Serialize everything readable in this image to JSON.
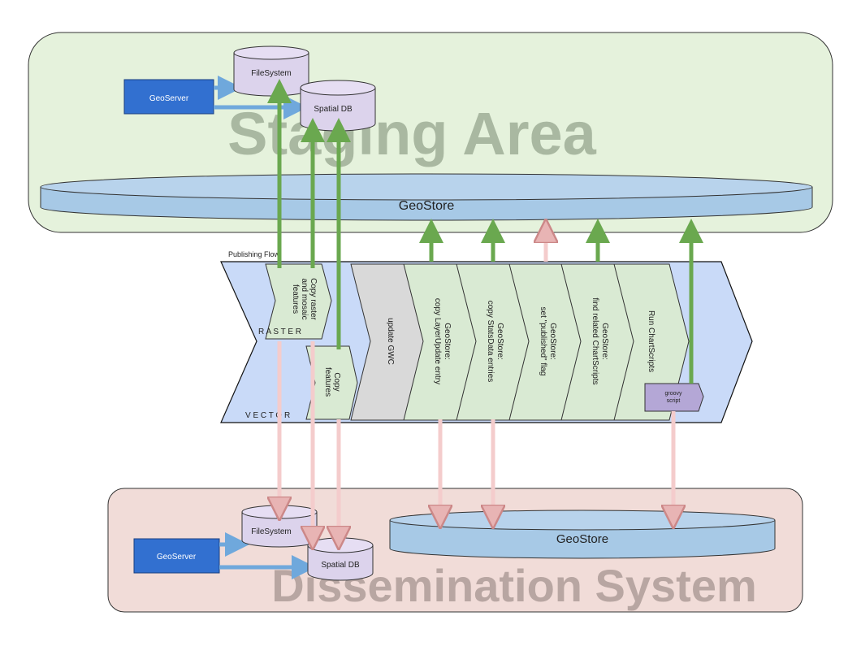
{
  "staging": {
    "title": "Staging Area",
    "geoserver": "GeoServer",
    "filesystem": "FileSystem",
    "spatialdb": "Spatial DB",
    "geostore": "GeoStore"
  },
  "dissemination": {
    "title": "Dissemination System",
    "geoserver": "GeoServer",
    "filesystem": "FileSystem",
    "spatialdb": "Spatial DB",
    "geostore": "GeoStore"
  },
  "flow": {
    "label": "Publishing Flow",
    "raster_label": "R A S T E R",
    "vector_label": "V E C T O R",
    "steps": {
      "raster": [
        "Copy raster",
        "and mosaic",
        "features"
      ],
      "vector": [
        "Copy",
        "features"
      ],
      "gwc": [
        "update GWC"
      ],
      "layerupdate": [
        "GeoStore:",
        "copy LayerUpdate entry"
      ],
      "statsdata": [
        "GeoStore:",
        "copy StatsData entries"
      ],
      "published": [
        "GeoStore:",
        "set \"published\" flag"
      ],
      "findcharts": [
        "GeoStore:",
        "find related ChartScripts"
      ],
      "runcharts": [
        "Run ChartScripts"
      ]
    },
    "groovy": [
      "groovy",
      "script"
    ]
  },
  "colors": {
    "staging_bg": "#e5f2dc",
    "dissemination_bg": "#f1dcd8",
    "geostore": "#a7c9e6",
    "db": "#dcd3ec",
    "geoserver": "#3270d0",
    "flow_bg": "#c9daf8",
    "step": "#d9ead3",
    "gwc": "#d9d9d9",
    "green_arrow": "#6aa84f",
    "pink_arrow": "#f4cccc"
  }
}
